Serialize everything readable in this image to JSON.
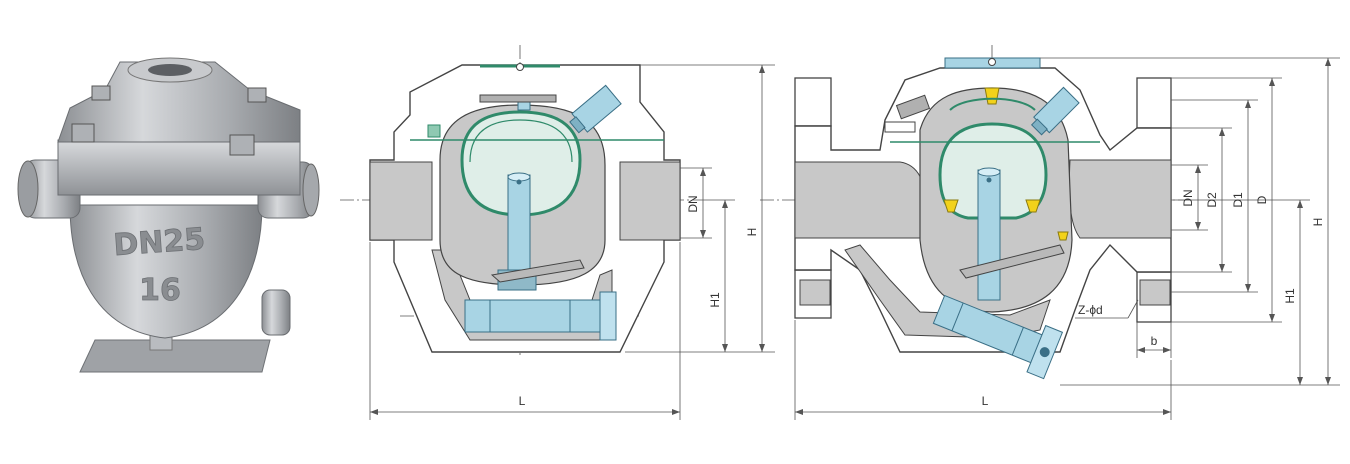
{
  "photo": {
    "cast_size": "DN25",
    "cast_pressure": "16"
  },
  "threaded_view": {
    "labels": {
      "dn": "DN",
      "h": "H",
      "h1": "H1",
      "l": "L"
    }
  },
  "flanged_view": {
    "labels": {
      "dn": "DN",
      "d2": "D2",
      "d1": "D1",
      "d": "D",
      "h": "H",
      "h1": "H1",
      "bolt": "Z-ϕd",
      "b": "b",
      "l": "L"
    }
  },
  "colors": {
    "casting": "#c8c8c8",
    "casting_dark": "#9a9a9a",
    "bucket": "#2f8a6a",
    "bucket_fill": "#dfeee8",
    "stem": "#a8d4e4",
    "valve_yellow": "#f2d21a",
    "outline": "#444444",
    "photo_metal": "#b4b6b9"
  }
}
